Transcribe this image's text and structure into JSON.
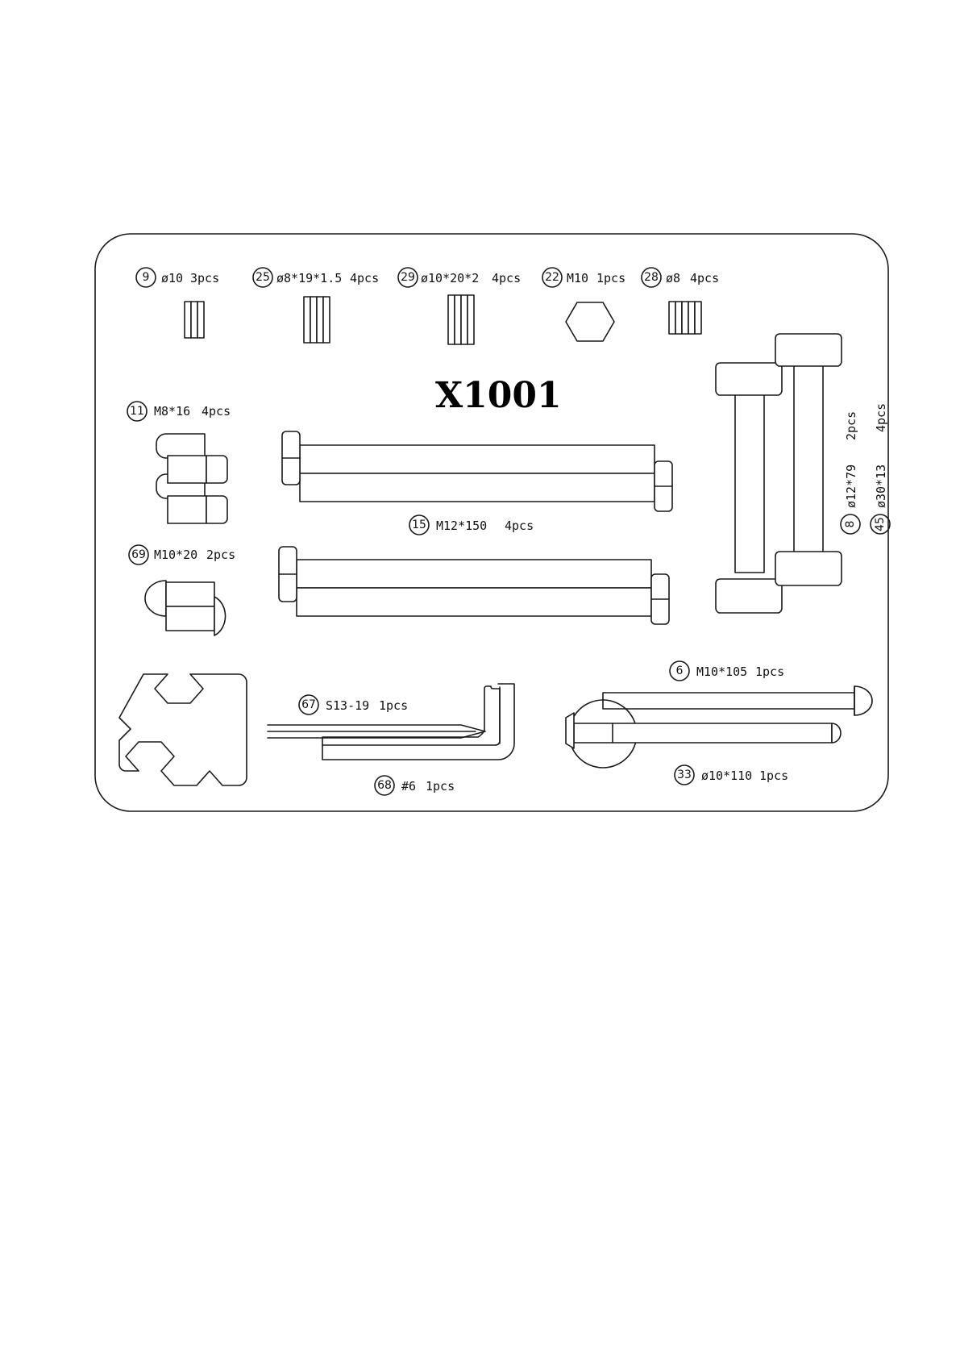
{
  "sheet": {
    "title": "X1001",
    "parts": [
      {
        "no": "9",
        "spec": "ø10",
        "qty": "3pcs",
        "icon": "washer-stack-icon"
      },
      {
        "no": "25",
        "spec": "ø8*19*1.5",
        "qty": "4pcs",
        "icon": "washer-stack-icon"
      },
      {
        "no": "29",
        "spec": "ø10*20*2",
        "qty": "4pcs",
        "icon": "washer-stack-icon"
      },
      {
        "no": "22",
        "spec": "M10",
        "qty": "1pcs",
        "icon": "hex-nut-icon"
      },
      {
        "no": "28",
        "spec": "ø8",
        "qty": "4pcs",
        "icon": "washer-stack-icon"
      },
      {
        "no": "11",
        "spec": "M8*16",
        "qty": "4pcs",
        "icon": "socket-cap-bolt-icon"
      },
      {
        "no": "15",
        "spec": "M12*150",
        "qty": "4pcs",
        "icon": "hex-bolt-icon"
      },
      {
        "no": "69",
        "spec": "M10*20",
        "qty": "2pcs",
        "icon": "button-head-bolt-icon"
      },
      {
        "no": "8",
        "spec": "ø12*79",
        "qty": "2pcs",
        "icon": "foam-roller-bar-icon"
      },
      {
        "no": "45",
        "spec": "ø30*13",
        "qty": "4pcs",
        "icon": "foam-roller-pad-icon"
      },
      {
        "no": "67",
        "spec": "S13-19",
        "qty": "1pcs",
        "icon": "spanner-wrench-icon"
      },
      {
        "no": "68",
        "spec": "#6",
        "qty": "1pcs",
        "icon": "allen-key-icon"
      },
      {
        "no": "6",
        "spec": "M10*105",
        "qty": "1pcs",
        "icon": "pin-icon"
      },
      {
        "no": "33",
        "spec": "ø10*110",
        "qty": "1pcs",
        "icon": "pull-pin-icon"
      }
    ]
  }
}
